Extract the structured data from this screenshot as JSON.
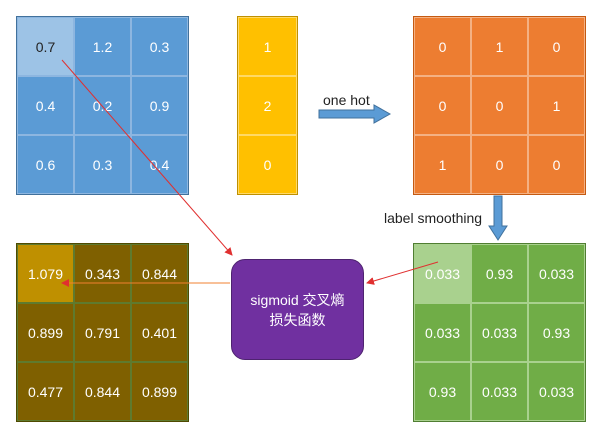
{
  "logits": {
    "rows": [
      [
        "0.7",
        "1.2",
        "0.3"
      ],
      [
        "0.4",
        "0.2",
        "0.9"
      ],
      [
        "0.6",
        "0.3",
        "0.4"
      ]
    ]
  },
  "labels": {
    "values": [
      "1",
      "2",
      "0"
    ]
  },
  "onehot": {
    "arrow_label": "one hot",
    "rows": [
      [
        "0",
        "1",
        "0"
      ],
      [
        "0",
        "0",
        "1"
      ],
      [
        "1",
        "0",
        "0"
      ]
    ]
  },
  "smoothing": {
    "arrow_label": "label smoothing",
    "rows": [
      [
        "0.033",
        "0.93",
        "0.033"
      ],
      [
        "0.033",
        "0.033",
        "0.93"
      ],
      [
        "0.93",
        "0.033",
        "0.033"
      ]
    ]
  },
  "loss_fn": {
    "line1": "sigmoid 交叉熵",
    "line2": "损失函数"
  },
  "loss": {
    "rows": [
      [
        "1.079",
        "0.343",
        "0.844"
      ],
      [
        "0.899",
        "0.791",
        "0.401"
      ],
      [
        "0.477",
        "0.844",
        "0.899"
      ]
    ]
  },
  "colors": {
    "blue": "#5b9bd5",
    "yellow": "#ffc000",
    "orange": "#ed7d31",
    "green": "#70ad47",
    "olive": "#7f6000",
    "purple": "#7030a0",
    "red_arrow": "#e03030"
  }
}
